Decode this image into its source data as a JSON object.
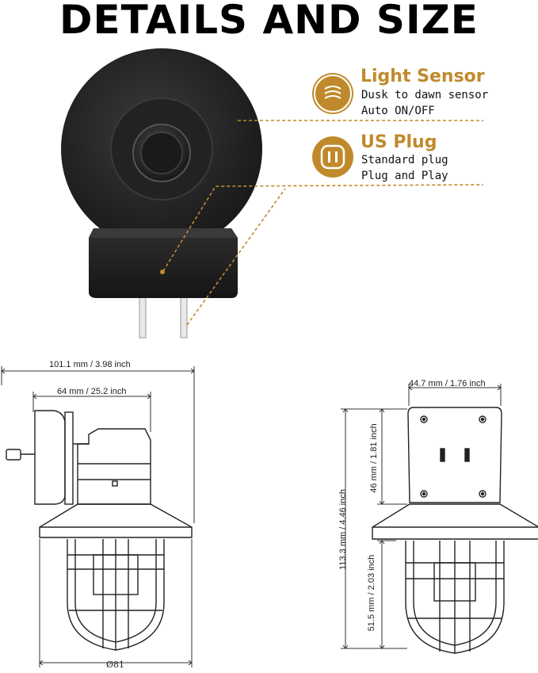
{
  "header": {
    "title": "DETAILS AND SIZE"
  },
  "features": [
    {
      "title": "Light Sensor",
      "lines": [
        "Dusk to dawn sensor",
        "Auto ON/OFF"
      ],
      "icon": "light-sensor-icon"
    },
    {
      "title": "US Plug",
      "lines": [
        "Standard plug",
        "Plug and Play"
      ],
      "icon": "us-plug-icon"
    }
  ],
  "dimensions": {
    "overall_depth": "101.1 mm  /  3.98 inch",
    "plug_depth": "64 mm  /  25.2 inch",
    "base_diameter": "Ø81",
    "plate_width": "44.7 mm  /  1.76 inch",
    "total_height": "113.3 mm  /  4.46 inch",
    "plate_height": "46 mm  /  1.81 inch",
    "cage_height": "51.5 mm  /  2.03 inch"
  },
  "colors": {
    "accent": "#c08a2c",
    "product": "#1b1b1b",
    "ink": "#222222"
  }
}
